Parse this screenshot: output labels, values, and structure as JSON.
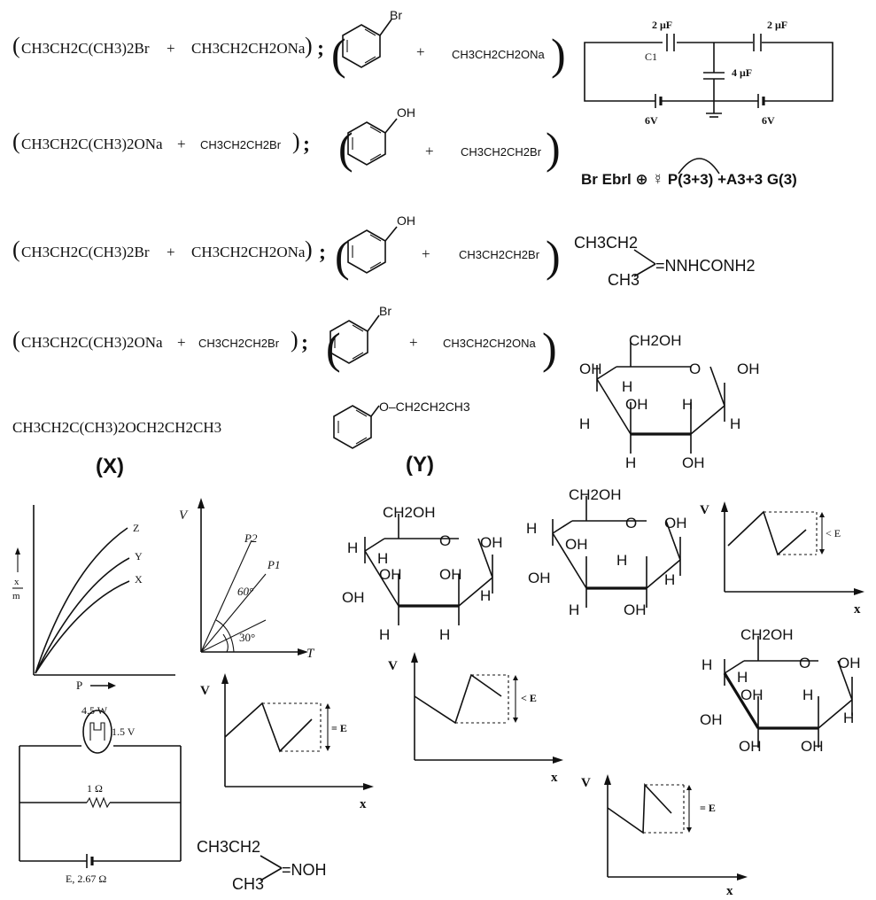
{
  "reactions": {
    "row1": {
      "left_a": "CH3CH2C(CH3)2Br",
      "left_b": "CH3CH2CH2ONa",
      "ring_sub": "Br",
      "right_reagent": "CH3CH2CH2ONa"
    },
    "row2": {
      "left_a": "CH3CH2C(CH3)2ONa",
      "left_b": "CH3CH2CH2Br",
      "ring_sub": "OH",
      "right_reagent": "CH3CH2CH2Br"
    },
    "row3": {
      "left_a": "CH3CH2C(CH3)2Br",
      "left_b": "CH3CH2CH2ONa",
      "ring_sub": "OH",
      "right_reagent": "CH3CH2CH2Br"
    },
    "row4": {
      "left_a": "CH3CH2C(CH3)2ONa",
      "left_b": "CH3CH2CH2Br",
      "ring_sub": "Br",
      "right_reagent": "CH3CH2CH2ONa"
    },
    "plus": "+",
    "semicolon": ";"
  },
  "products": {
    "x_formula": "CH3CH2C(CH3)2OCH2CH2CH3",
    "x_label": "(X)",
    "y_substituent": "O–CH2CH2CH3",
    "y_label": "(Y)"
  },
  "circuit_top": {
    "c1_value": "2 μF",
    "c1_label": "C1",
    "c2_value": "2 μF",
    "c3_value": "4 μF",
    "battery_left": "6V",
    "battery_right": "6V"
  },
  "mnemonic": {
    "text": "Br  Ebrl  ⊕ ☿ P(3+3) +A3+3 G(3)"
  },
  "hydrazone": {
    "top": "CH3CH2",
    "bottom": "CH3",
    "group": "=NNHCONH2"
  },
  "oxime": {
    "top": "CH3CH2",
    "bottom": "CH3",
    "group": "=NOH"
  },
  "sugars": {
    "ch2oh": "CH2OH",
    "oh": "OH",
    "h": "H",
    "o": "O"
  },
  "adsorption_graph": {
    "ylabel_top": "x",
    "ylabel_bottom": "m",
    "xlabel": "P",
    "curves": [
      "Z",
      "Y",
      "X"
    ]
  },
  "vt_graph": {
    "ylabel": "V",
    "xlabel": "T",
    "line1": "P2",
    "line2": "P1",
    "angle1": "60°",
    "angle2": "30°"
  },
  "circuit_bottom": {
    "bulb_power": "4.5 W",
    "bulb_voltage": "1.5 V",
    "resistor": "1 Ω",
    "source": "E, 2.67 Ω"
  },
  "energy_graphs": {
    "ylabel": "V",
    "xlabel": "x",
    "g1_label": "< E",
    "g2_label": "= E",
    "g3_label": "< E",
    "g4_label": "= E"
  }
}
